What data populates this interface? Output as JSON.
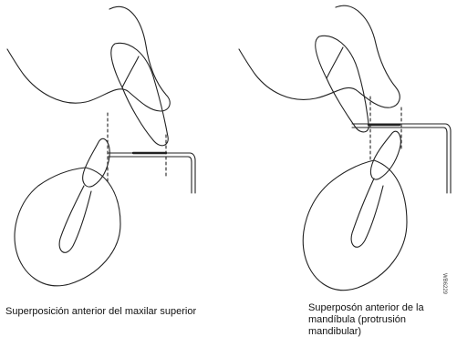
{
  "captions": {
    "left": "Superposición anterior del maxilar superior",
    "right": "Superposón anterior de la mandíbula (protrusión mandibular)"
  },
  "code": "WB6229"
}
